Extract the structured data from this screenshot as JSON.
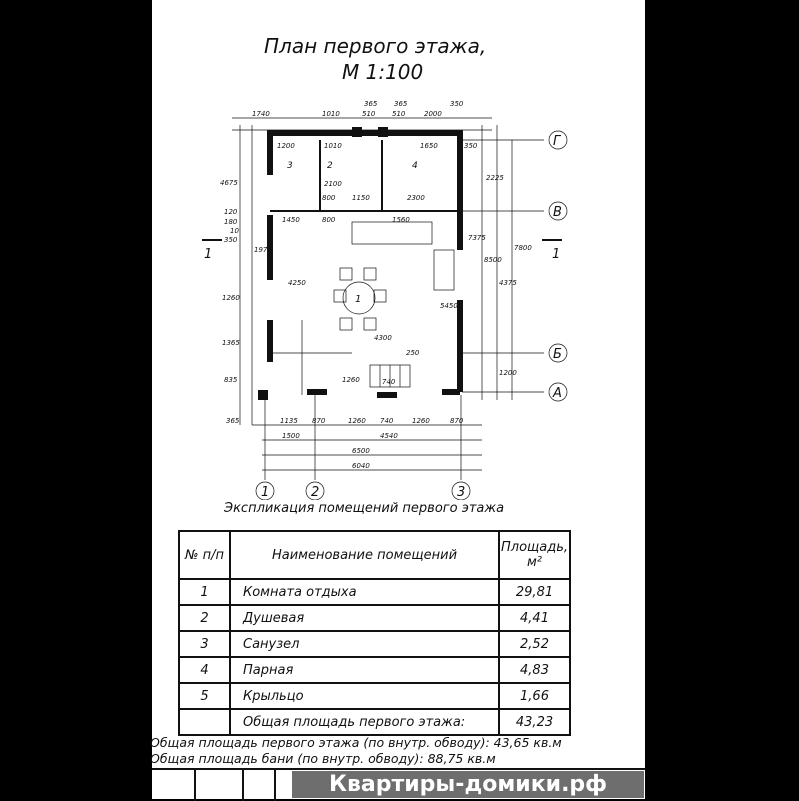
{
  "title": {
    "line1": "План первого этажа,",
    "line2": "М  1:100"
  },
  "axes": {
    "rows": [
      "Г",
      "В",
      "Б",
      "А"
    ],
    "cols": [
      "1",
      "2",
      "3"
    ],
    "section": "1"
  },
  "rooms": [
    "1",
    "2",
    "3",
    "4"
  ],
  "dimensions": {
    "top": [
      "1740",
      "1010",
      "365",
      "510",
      "365",
      "510",
      "2000",
      "350"
    ],
    "inner_top": [
      "1200",
      "1010",
      "1650",
      "350",
      "2100",
      "2300",
      "1150",
      "800",
      "1450",
      "800",
      "1560"
    ],
    "left": [
      "4675",
      "120",
      "180",
      "10",
      "350",
      "1975",
      "4250",
      "1260",
      "1365",
      "835",
      "365"
    ],
    "right": [
      "2225",
      "7375",
      "8500",
      "4375",
      "7800",
      "1200",
      "5450"
    ],
    "bottom": [
      "1135",
      "870",
      "1260",
      "740",
      "1260",
      "870",
      "1500",
      "4540",
      "6500",
      "6040"
    ],
    "misc": [
      "4300",
      "250",
      "1260",
      "740"
    ]
  },
  "explication": {
    "title": "Экспликация помещений первого этажа",
    "headers": {
      "num": "№ п/п",
      "name": "Наименование помещений",
      "area": "Площадь, м²"
    },
    "rows": [
      {
        "num": "1",
        "name": "Комната отдыха",
        "area": "29,81"
      },
      {
        "num": "2",
        "name": "Душевая",
        "area": "4,41"
      },
      {
        "num": "3",
        "name": "Санузел",
        "area": "2,52"
      },
      {
        "num": "4",
        "name": "Парная",
        "area": "4,83"
      },
      {
        "num": "5",
        "name": "Крыльцо",
        "area": "1,66"
      },
      {
        "num": "",
        "name": "Общая площадь первого этажа:",
        "area": "43,23"
      }
    ]
  },
  "notes": [
    "Общая площадь первого этажа (по внутр. обводу): 43,65 кв.м",
    "Общая площадь бани (по внутр. обводу): 88,75 кв.м"
  ],
  "watermark": "Квартиры-домики.рф"
}
